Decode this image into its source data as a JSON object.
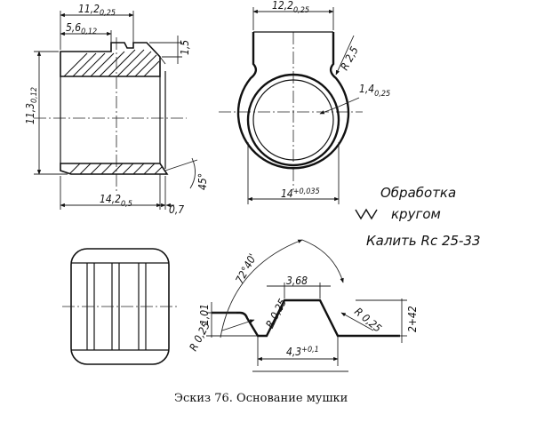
{
  "caption": "Эскиз 76. Основание мушки",
  "notes": {
    "finish_line1": "Обработка",
    "finish_line2": "кругом",
    "hardness": "Калить Rc 25-33"
  },
  "dimensions": {
    "d_11_2": {
      "value": "11,2",
      "tol": "0,25"
    },
    "d_5_6": {
      "value": "5,6",
      "tol": "0,12"
    },
    "d_11_3": {
      "value": "11,3",
      "tol": "0,12"
    },
    "d_1_5": {
      "value": "1,5"
    },
    "d_14_2": {
      "value": "14,2",
      "tol": "0,5"
    },
    "d_0_7": {
      "value": "0,7"
    },
    "d_45": {
      "value": "45°"
    },
    "d_12_2": {
      "value": "12,2",
      "tol": "0,25"
    },
    "d_r2_5": {
      "value": "R 2,5"
    },
    "d_1_4": {
      "value": "1,4",
      "tol": "0,25"
    },
    "d_14_dia": {
      "value": "14",
      "tol": "+0,035"
    },
    "d_angle": {
      "value": "72°40'"
    },
    "d_3_68": {
      "value": "3,68"
    },
    "d_1_01": {
      "value": "1,01"
    },
    "d_r0_25a": {
      "value": "R 0,25"
    },
    "d_r0_25b": {
      "value": "R 0,25"
    },
    "d_r0_25c": {
      "value": "R 0,25"
    },
    "d_4_3": {
      "value": "4,3",
      "tol": "+0,1"
    },
    "d_2_42": {
      "value": "2+42"
    }
  }
}
